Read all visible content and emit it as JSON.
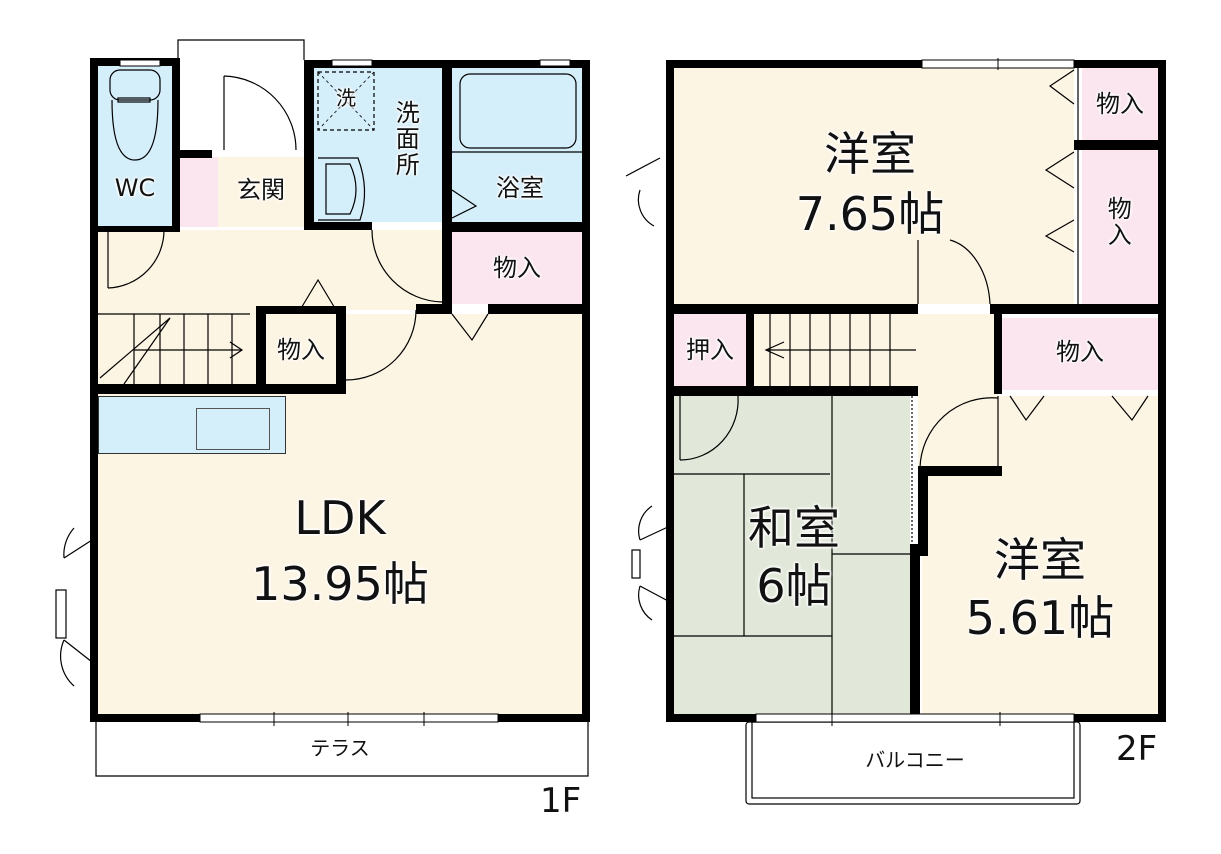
{
  "colors": {
    "wall": "#000000",
    "wet_area": "#d4eefa",
    "western_room": "#fdf5e3",
    "storage": "#fbe6ef",
    "tatami": "#e1e8d9",
    "outdoor": "#ffffff"
  },
  "floor1": {
    "label": "1F",
    "rooms": {
      "wc": "WC",
      "entrance": "玄関",
      "washroom": "洗面所",
      "washer": "洗",
      "bath": "浴室",
      "storage_a": "物入",
      "storage_b": "物入",
      "ldk_name": "LDK",
      "ldk_size": "13.95帖",
      "terrace": "テラス"
    }
  },
  "floor2": {
    "label": "2F",
    "rooms": {
      "western1_name": "洋室",
      "western1_size": "7.65帖",
      "storage_c": "物入",
      "storage_d": "物入",
      "closet": "押入",
      "storage_e": "物入",
      "japanese_name": "和室",
      "japanese_size": "6帖",
      "western2_name": "洋室",
      "western2_size": "5.61帖",
      "balcony": "バルコニー"
    }
  }
}
